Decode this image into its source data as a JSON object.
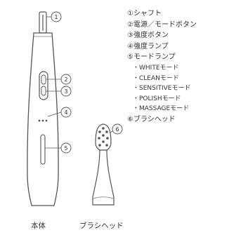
{
  "callouts": [
    "①",
    "②",
    "③",
    "④",
    "⑤",
    "⑥"
  ],
  "legend": {
    "items": [
      {
        "text": "①シャフト"
      },
      {
        "text": "②電源／モードボタン"
      },
      {
        "text": "③強度ボタン"
      },
      {
        "text": "④強度ランプ"
      },
      {
        "text": "⑤モードランプ",
        "subitems": [
          "・WHITEモード",
          "・CLEANモード",
          "・SENSITIVEモード",
          "・POLISHモード",
          "・MASSAGEモード"
        ]
      },
      {
        "text": "⑥ブラシヘッド"
      }
    ]
  },
  "captions": {
    "body": "本体",
    "brush_head": "ブラシヘッド"
  }
}
